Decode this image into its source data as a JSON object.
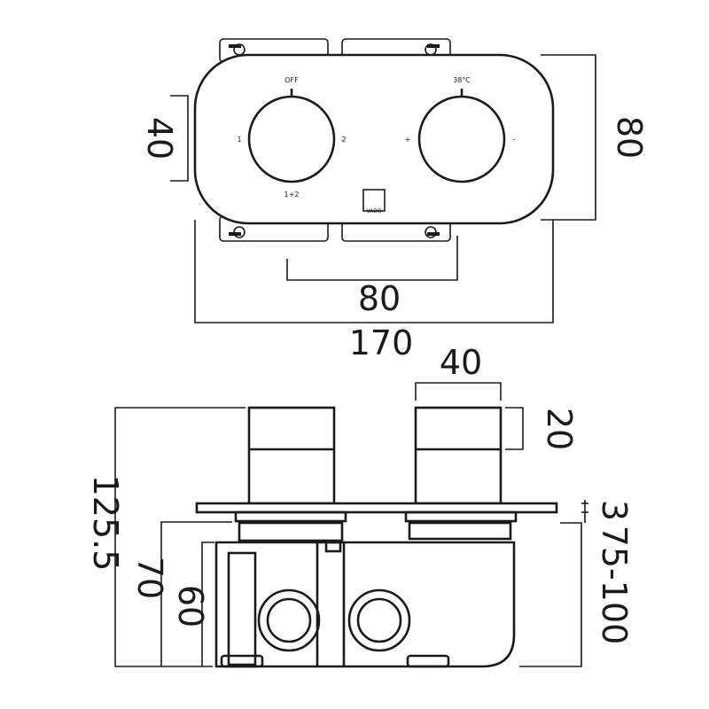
{
  "plate_labels": {
    "off": "OFF",
    "one": "1",
    "two": "2",
    "one_plus_two": "1+2",
    "temp": "38°C",
    "plus": "+",
    "minus": "-",
    "brand": "VADO"
  },
  "dimensions": {
    "plate_height": "40",
    "overall_height": "80",
    "handle_spacing": "80",
    "overall_width": "170",
    "handle_diameter": "40",
    "handle_height": "20",
    "total_depth": "125.5",
    "body_depth_70": "70",
    "body_depth_60": "60",
    "plate_thickness": "3",
    "wall_range": "75-100"
  }
}
